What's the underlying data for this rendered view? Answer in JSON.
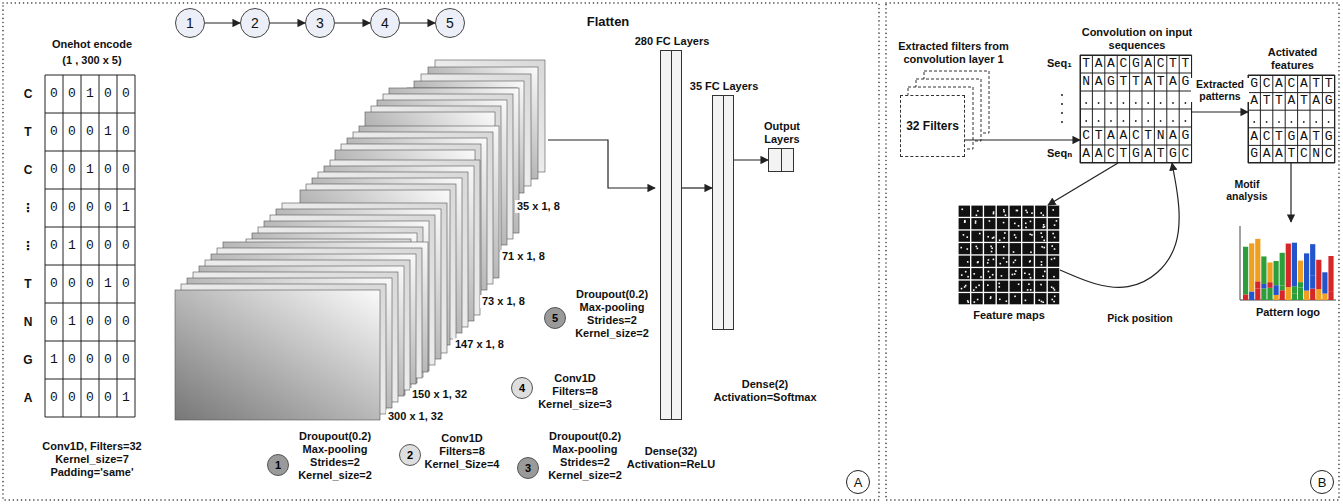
{
  "diagram": {
    "nodes": [
      {
        "text": [
          "1"
        ]
      },
      {
        "text": [
          "2"
        ]
      },
      {
        "text": [
          "3"
        ]
      },
      {
        "text": [
          "4"
        ]
      },
      {
        "text": [
          "5"
        ]
      },
      {
        "text": [
          "280 FC Layers"
        ]
      },
      {
        "text": [
          "35 FC Layers"
        ]
      },
      {
        "text": [
          "Output Layers"
        ]
      },
      {
        "text": [
          "Extracted filters from convolution layer 1",
          "32 Filters"
        ]
      },
      {
        "text": [
          "Convolution on input sequences"
        ]
      },
      {
        "text": [
          "Activated features"
        ]
      },
      {
        "text": [
          "Feature maps"
        ]
      },
      {
        "text": [
          "Pattern logo"
        ]
      }
    ],
    "edges": [
      {
        "from": 0,
        "to": 1,
        "arrow": "to"
      },
      {
        "from": 1,
        "to": 2,
        "arrow": "to"
      },
      {
        "from": 2,
        "to": 3,
        "arrow": "to"
      },
      {
        "from": 3,
        "to": 4,
        "arrow": "to"
      },
      {
        "from": 5,
        "to": 6,
        "arrow": "to"
      },
      {
        "from": 6,
        "to": 7,
        "arrow": "to"
      },
      {
        "from": 8,
        "to": 9,
        "arrow": "to"
      },
      {
        "from": 9,
        "to": 10,
        "label": "Extracted patterns",
        "arrow": "to"
      },
      {
        "from": 9,
        "to": 11,
        "arrow": "to"
      },
      {
        "from": 11,
        "to": 9,
        "label": "Pick position",
        "arrow": "to"
      },
      {
        "from": 10,
        "to": 12,
        "label": "Motif analysis",
        "arrow": "to"
      }
    ],
    "labels": [
      "Flatten",
      "Onehot encode",
      "(1 , 300 x 5)",
      "C",
      "T",
      "C",
      "⋮",
      "⋮",
      "T",
      "N",
      "G",
      "A",
      "00100",
      "00010",
      "00100",
      "00001",
      "01000",
      "00010",
      "01000",
      "10000",
      "00001",
      "Conv1D, Filters=32 Kernel_size=7 Padding='same'",
      "300 x 1, 32",
      "150 x 1, 32",
      "147 x 1, 8",
      "73 x 1, 8",
      "71 x 1, 8",
      "35 x 1, 8",
      "1",
      "Droupout(0.2) Max-pooling Strides=2 Kernel_size=2",
      "2",
      "Conv1D Filters=8 Kernel_Size=4",
      "3",
      "Droupout(0.2) Max-pooling Strides=2 Kernel_size=2",
      "4",
      "Conv1D Filters=8 Kernel_size=3",
      "5",
      "Droupout(0.2) Max-pooling Strides=2 Kernel_size=2",
      "Dense(32) Activation=ReLU",
      "Dense(2) Activation=Softmax",
      "A",
      "Seq₁",
      "Seqₙ",
      "TAACGACTT",
      "NAGTTATAG",
      "CTAACTNAG",
      "AACTGATGC",
      "GCACATT",
      "ATTATAG",
      "ACTGATG",
      "GAATCNC",
      "B"
    ]
  }
}
